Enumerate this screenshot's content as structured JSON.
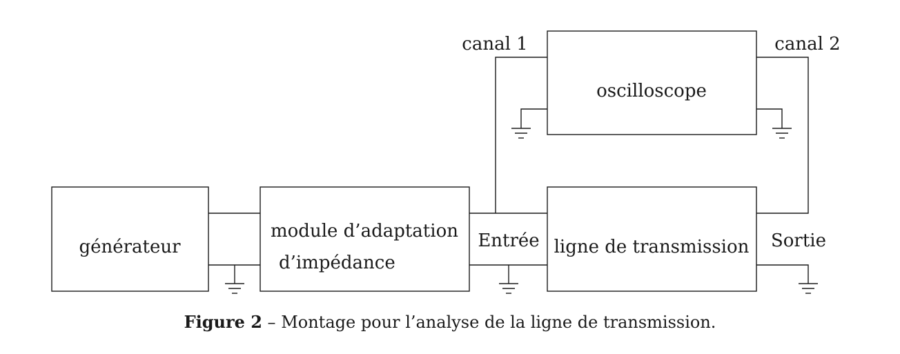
{
  "diagram": {
    "blocks": {
      "generator": "générateur",
      "adapter_line1": "module d’adaptation",
      "adapter_line2": "d’impédance",
      "line": "ligne de transmission",
      "scope": "oscilloscope"
    },
    "labels": {
      "channel1": "canal 1",
      "channel2": "canal 2",
      "input": "Entrée",
      "output": "Sortie"
    }
  },
  "caption": {
    "label": "Figure 2",
    "separator": " – ",
    "text": "Montage pour l’analyse de la ligne de transmission."
  }
}
